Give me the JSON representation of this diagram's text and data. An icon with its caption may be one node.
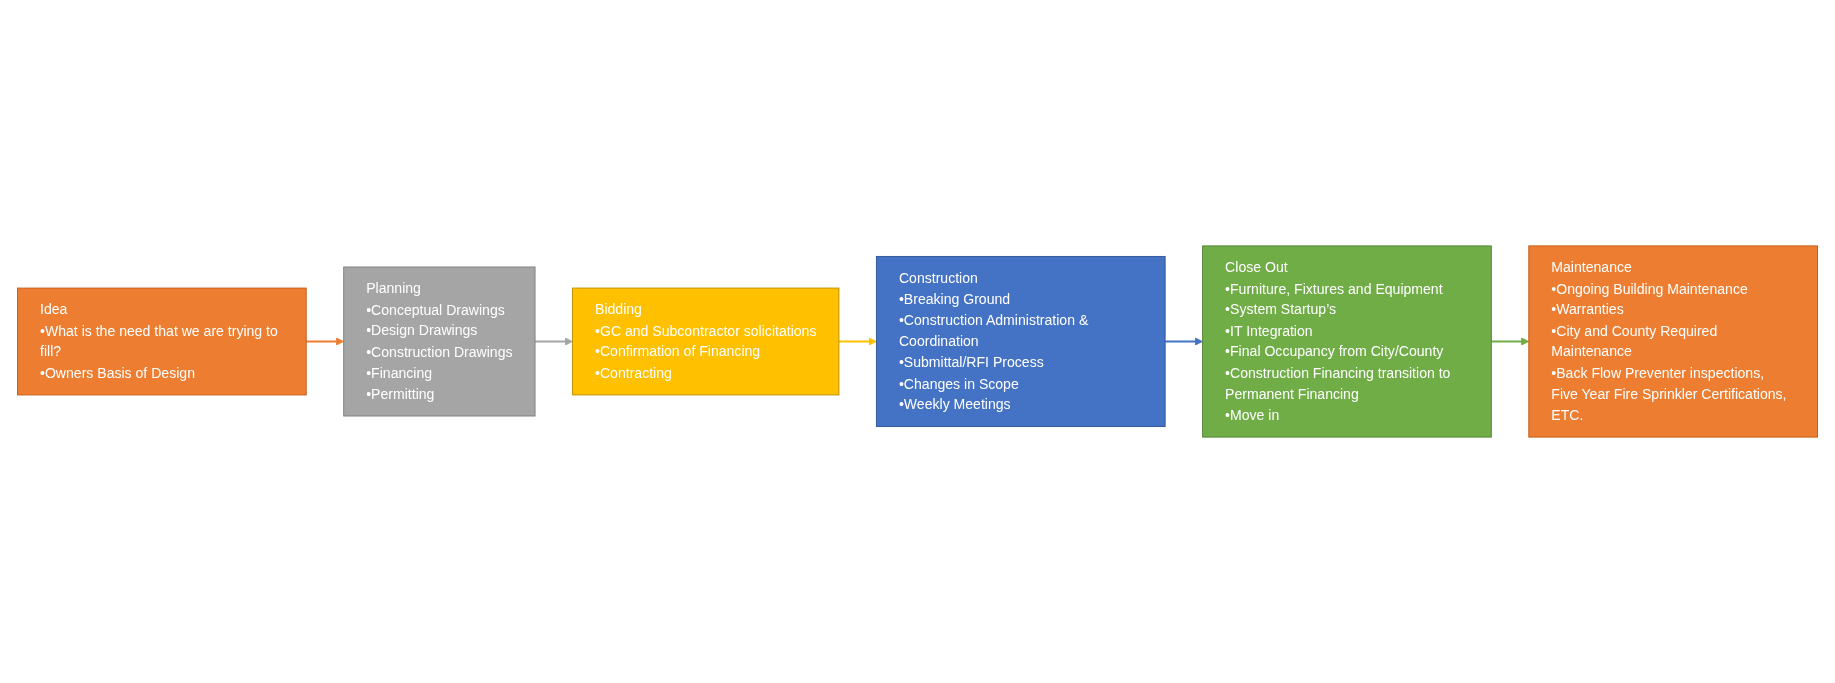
{
  "diagram": {
    "nodes": [
      {
        "text": [
          "Idea",
          "•What is the need that we are trying to fill?",
          "•Owners Basis of Design"
        ]
      },
      {
        "text": [
          "Planning",
          "•Conceptual Drawings",
          "•Design Drawings",
          "•Construction Drawings",
          "•Financing",
          "•Permitting"
        ]
      },
      {
        "text": [
          "Bidding",
          "•GC and Subcontractor solicitations",
          "•Confirmation of Financing",
          "•Contracting"
        ]
      },
      {
        "text": [
          "Construction",
          "•Breaking Ground",
          "•Construction Administration & Coordination",
          "•Submittal/RFI Process",
          "•Changes in Scope",
          "•Weekly Meetings"
        ]
      },
      {
        "text": [
          "Close Out",
          "•Furniture, Fixtures and Equipment",
          "•System Startup’s",
          "•IT Integration",
          "•Final Occupancy from City/County",
          "•Construction Financing transition to Permanent Financing",
          "•Move in"
        ]
      },
      {
        "text": [
          "Maintenance",
          "•Ongoing Building Maintenance",
          "•Warranties",
          "•City and County Required Maintenance",
          "•Back Flow Preventer inspections, Five Year Fire Sprinkler Certifications, ETC."
        ]
      }
    ],
    "edges": [
      {
        "from": 0,
        "to": 1,
        "arrow": "to",
        "color": "#ed7d31"
      },
      {
        "from": 1,
        "to": 2,
        "arrow": "to",
        "color": "#a5a5a5"
      },
      {
        "from": 2,
        "to": 3,
        "arrow": "to",
        "color": "#ffc000"
      },
      {
        "from": 3,
        "to": 4,
        "arrow": "to",
        "color": "#4472c4"
      },
      {
        "from": 4,
        "to": 5,
        "arrow": "to",
        "color": "#70ad47"
      }
    ]
  }
}
